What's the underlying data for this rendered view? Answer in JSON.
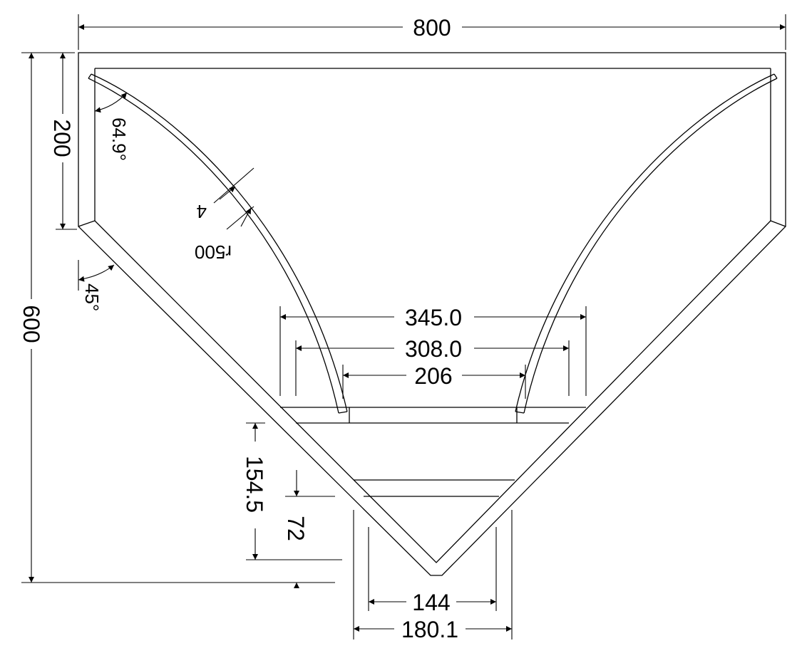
{
  "drawing": {
    "dimensions": {
      "overall_width": "800",
      "overall_height": "600",
      "side_height": "200",
      "top_angle": "64.9°",
      "side_angle": "45°",
      "plate_thickness": "4",
      "arc_radius": "r500",
      "outer_opening": "345.0",
      "mid_opening": "308.0",
      "inner_opening": "206",
      "bottom_offset": "154.5",
      "bottom_small": "72",
      "outlet_inner": "144",
      "outlet_outer": "180.1"
    }
  }
}
